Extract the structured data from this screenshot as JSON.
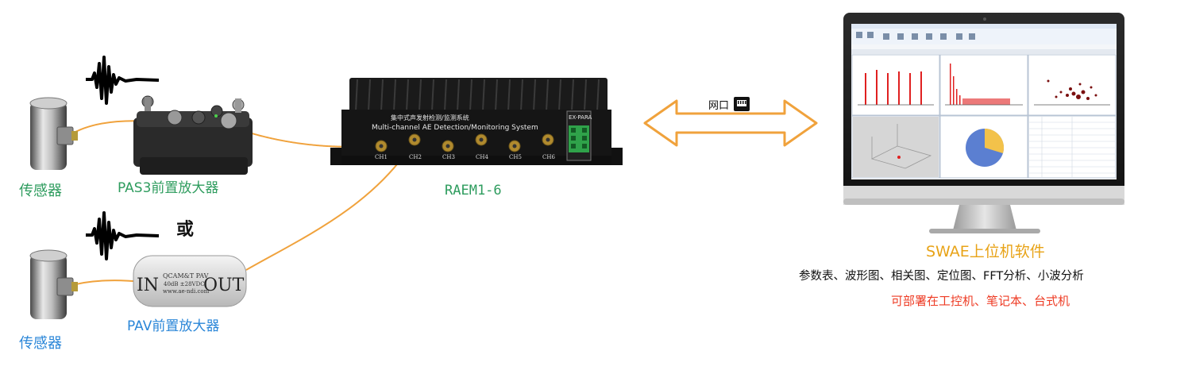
{
  "labels": {
    "sensor_top": "传感器",
    "sensor_bottom": "传感器",
    "pas3": "PAS3前置放大器",
    "or": "或",
    "pav": "PAV前置放大器",
    "raem": "RAEM1-6",
    "network": "网口",
    "software_title": "SWAE上位机软件",
    "features": "参数表、波形图、相关图、定位图、FFT分析、小波分析",
    "deploy": "可部署在工控机、笔记本、台式机"
  },
  "raem_panel": {
    "title_cn": "集中式声发射检测/监测系统",
    "title_en": "Multi-channel AE Detection/Monitoring System",
    "channels": [
      "CH1",
      "CH2",
      "CH3",
      "CH4",
      "CH5",
      "CH6"
    ],
    "ext_label": "EX-PARA"
  },
  "pav_device": {
    "in": "IN",
    "out": "OUT",
    "brand": "QCAM&T PAV",
    "spec": "40dB ±28VDC",
    "web": "www.ae-ndi.com"
  },
  "colors": {
    "green": "#2e9c5e",
    "blue": "#2a86d8",
    "gold": "#e8a317",
    "red": "#ee3b24",
    "cable": "#f0a23c"
  }
}
